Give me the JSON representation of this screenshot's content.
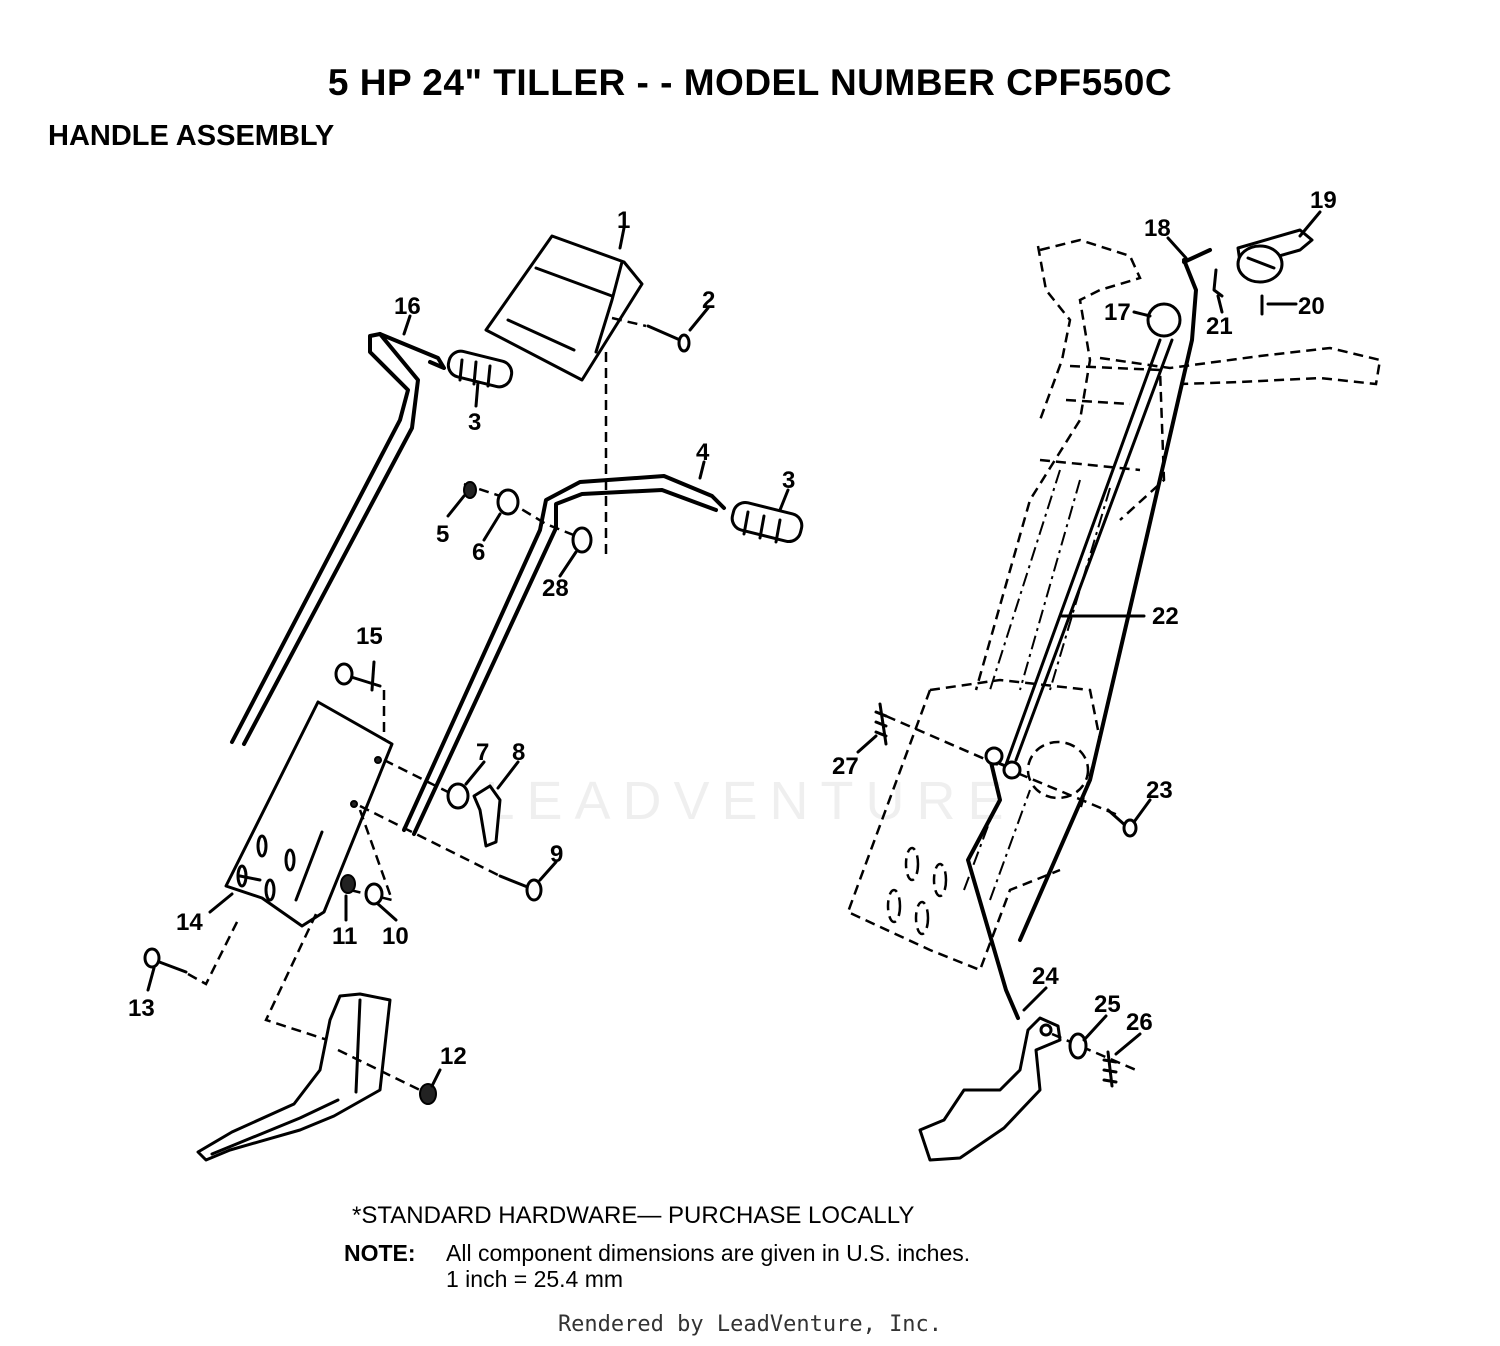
{
  "header": {
    "title": "5 HP 24\" TILLER - - MODEL NUMBER CPF550C",
    "section": "HANDLE ASSEMBLY"
  },
  "callouts": {
    "c1": "1",
    "c2": "2",
    "c3a": "3",
    "c3b": "3",
    "c4": "4",
    "c5": "5",
    "c6": "6",
    "c7": "7",
    "c8": "8",
    "c9": "9",
    "c10": "10",
    "c11": "11",
    "c12": "12",
    "c13": "13",
    "c14": "14",
    "c15": "15",
    "c16": "16",
    "c17": "17",
    "c18": "18",
    "c19": "19",
    "c20": "20",
    "c21": "21",
    "c22": "22",
    "c23": "23",
    "c24": "24",
    "c25": "25",
    "c26": "26",
    "c27": "27",
    "c28": "28"
  },
  "notes": {
    "hardware": "*STANDARD HARDWARE— PURCHASE LOCALLY",
    "note_label": "NOTE:",
    "note_text": "All component dimensions are given in U.S. inches.",
    "conversion": "1 inch = 25.4 mm"
  },
  "watermark": "LEADVENTURE",
  "footer": "Rendered by LeadVenture, Inc."
}
